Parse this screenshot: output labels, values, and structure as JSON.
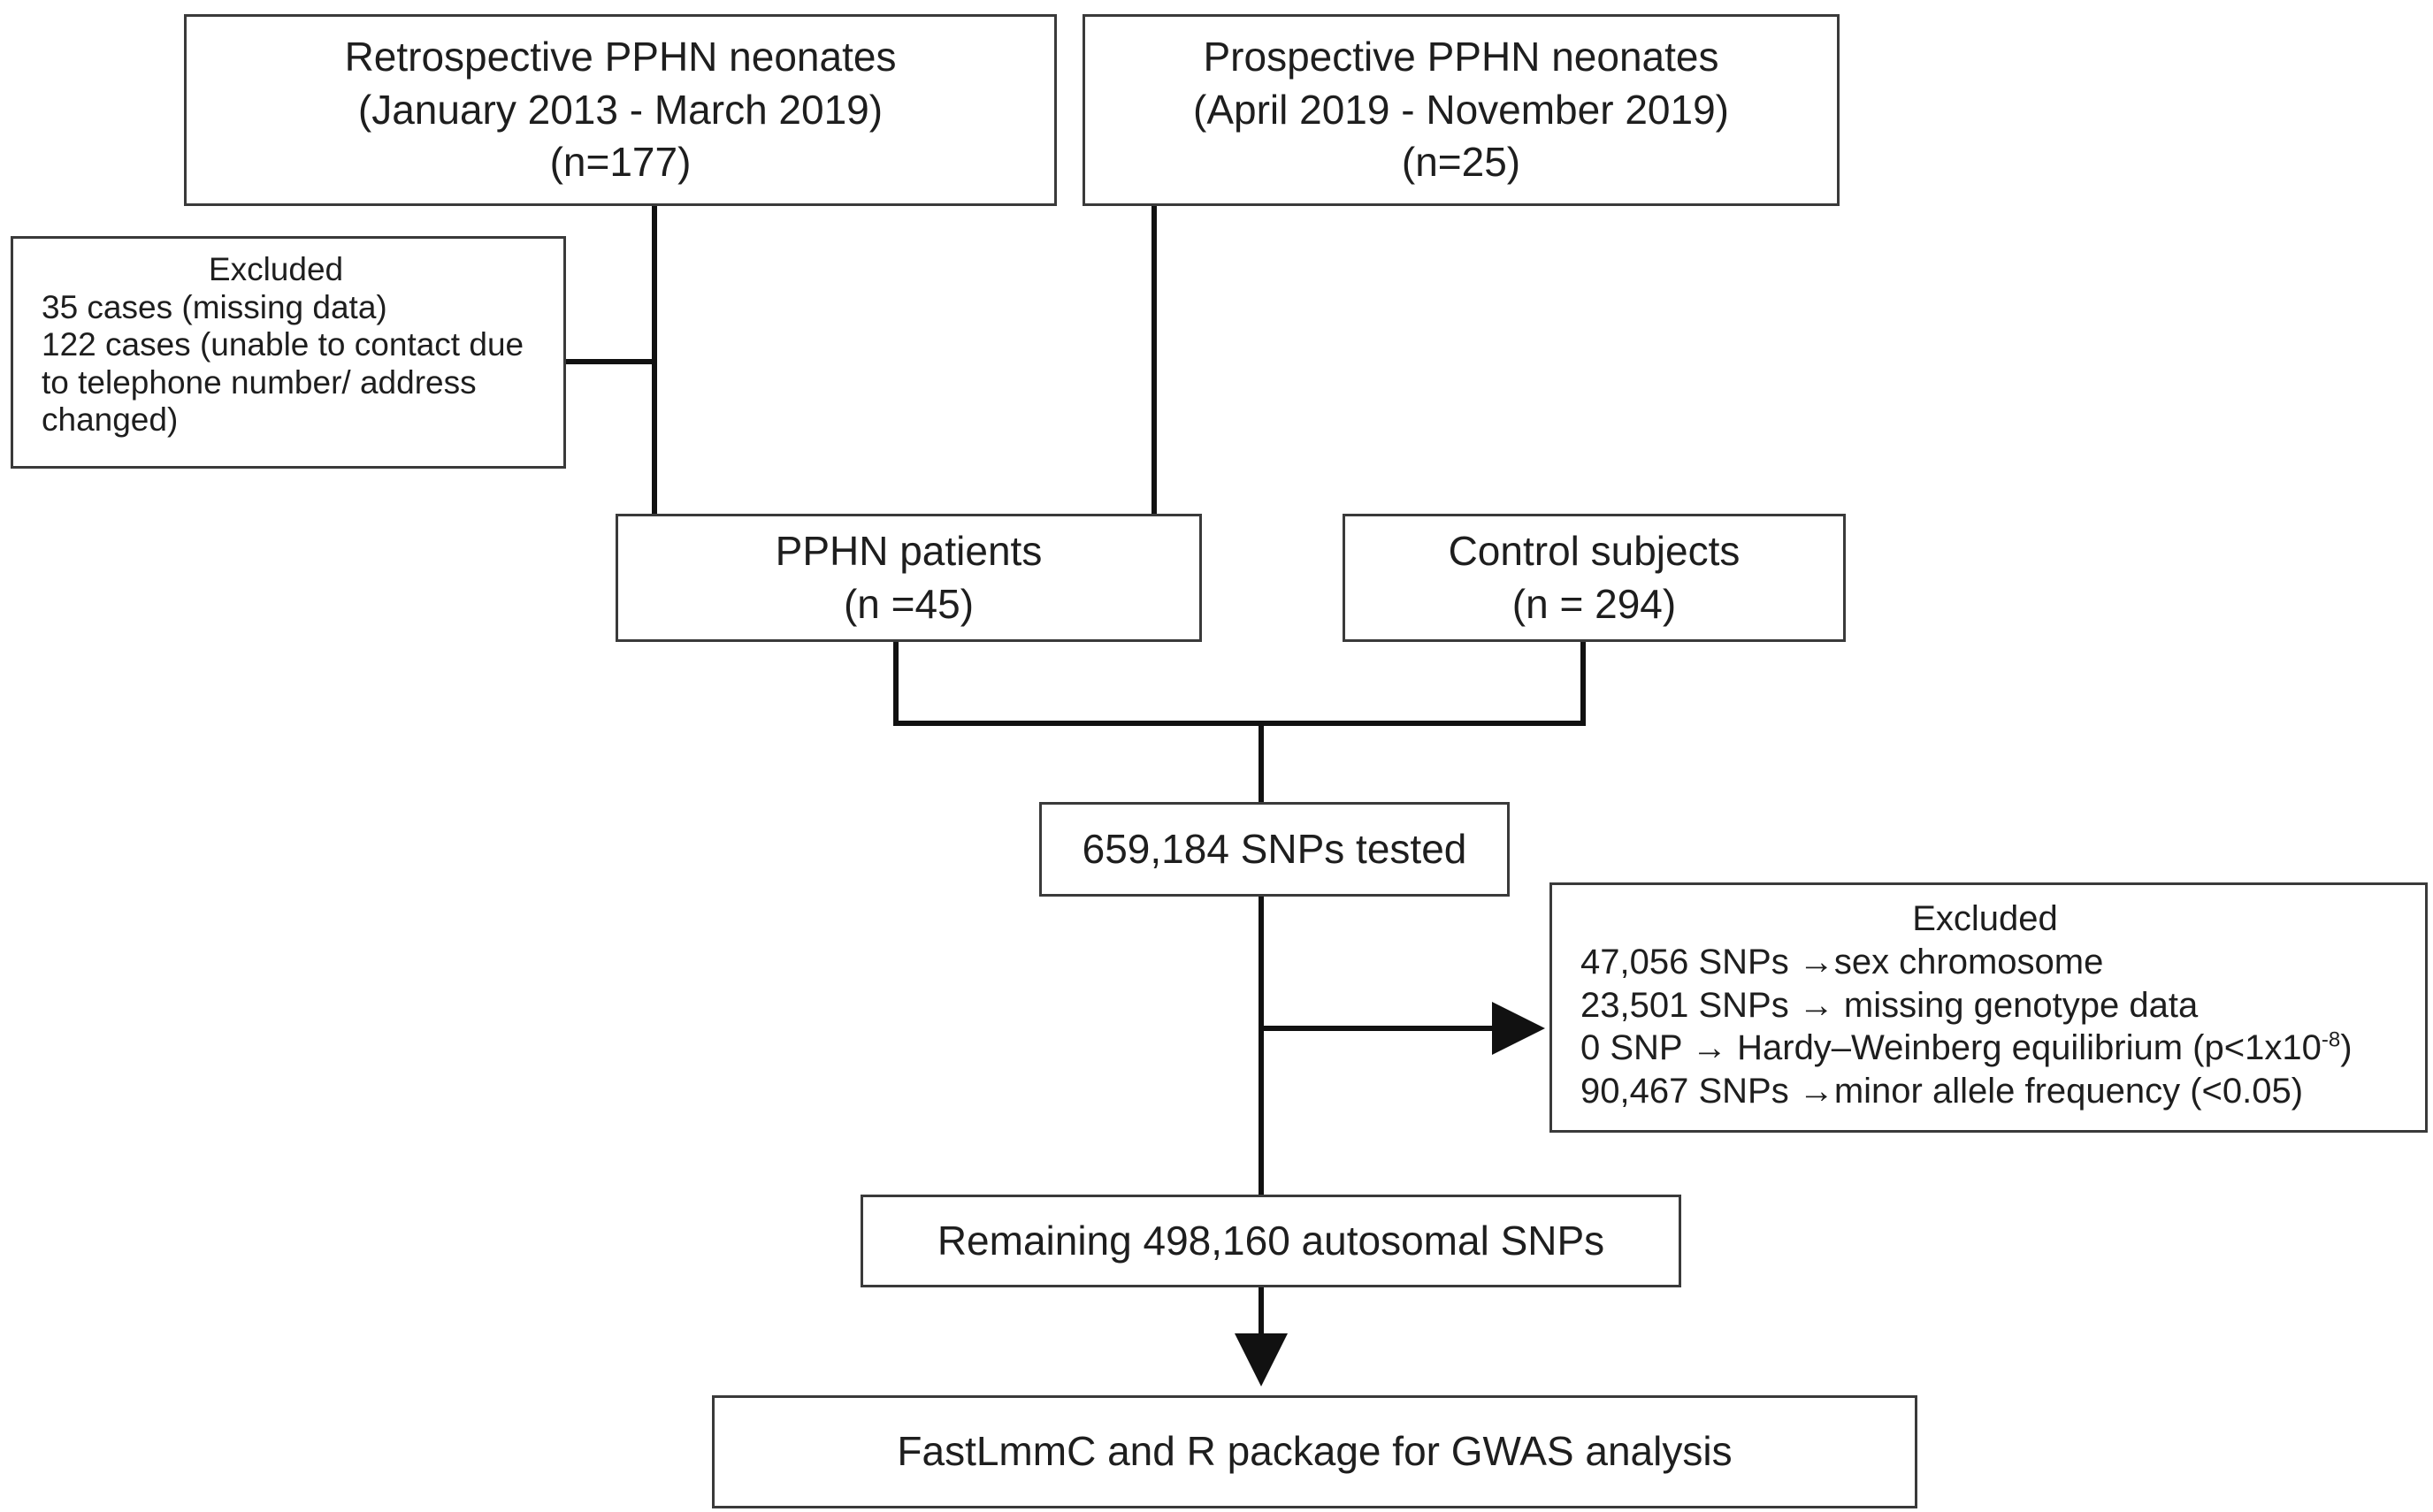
{
  "retrospective": {
    "title": "Retrospective PPHN neonates",
    "period": "(January 2013 - March 2019)",
    "n": "(n=177)"
  },
  "prospective": {
    "title": "Prospective PPHN neonates",
    "period": "(April 2019 - November 2019)",
    "n": "(n=25)"
  },
  "exclusion_1": {
    "heading": "Excluded",
    "lines": [
      "35 cases (missing data)",
      "122 cases (unable to contact due",
      "to telephone number/ address",
      "changed)"
    ]
  },
  "pphn_patients": {
    "title": "PPHN patients",
    "n": "(n =45)"
  },
  "control_subjects": {
    "title": "Control subjects",
    "n": "(n = 294)"
  },
  "snps_tested": {
    "label": "659,184 SNPs tested"
  },
  "exclusion_2": {
    "heading": "Excluded",
    "lines": [
      "47,056 SNPs →sex chromosome",
      "23,501 SNPs → missing genotype data",
      "0 SNP → Hardy–Weinberg equilibrium (p<1x10",
      "90,467 SNPs →minor allele frequency (<0.05)"
    ],
    "hwe_exponent": "-8",
    "hwe_suffix": ")"
  },
  "remaining": {
    "label": "Remaining 498,160 autosomal SNPs"
  },
  "analysis": {
    "label": "FastLmmC and R package for GWAS analysis"
  }
}
